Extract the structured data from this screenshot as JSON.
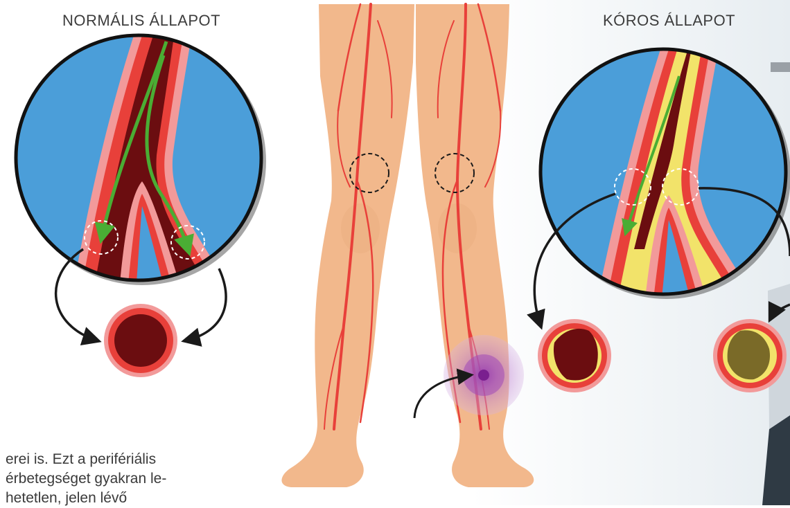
{
  "labels": {
    "normal": "NORMÁLIS ÁLLAPOT",
    "disease": "KÓROS ÁLLAPOT"
  },
  "text": {
    "line1": "erei is.  Ezt a perifériális",
    "line2": "érbetegséget gyakran le-",
    "line3": "hetetlen, jelen lévő"
  },
  "colors": {
    "skin": "#f2b88c",
    "artery": "#e8403a",
    "blood": "#6b0d10",
    "flow": "#4aad34",
    "plaque": "#f2e36a",
    "circle_bg": "#4b9ed9",
    "pain": "#a765c4"
  },
  "icons": [
    "blood-flow-arrow",
    "pointer-arrow",
    "zoom-circle"
  ]
}
